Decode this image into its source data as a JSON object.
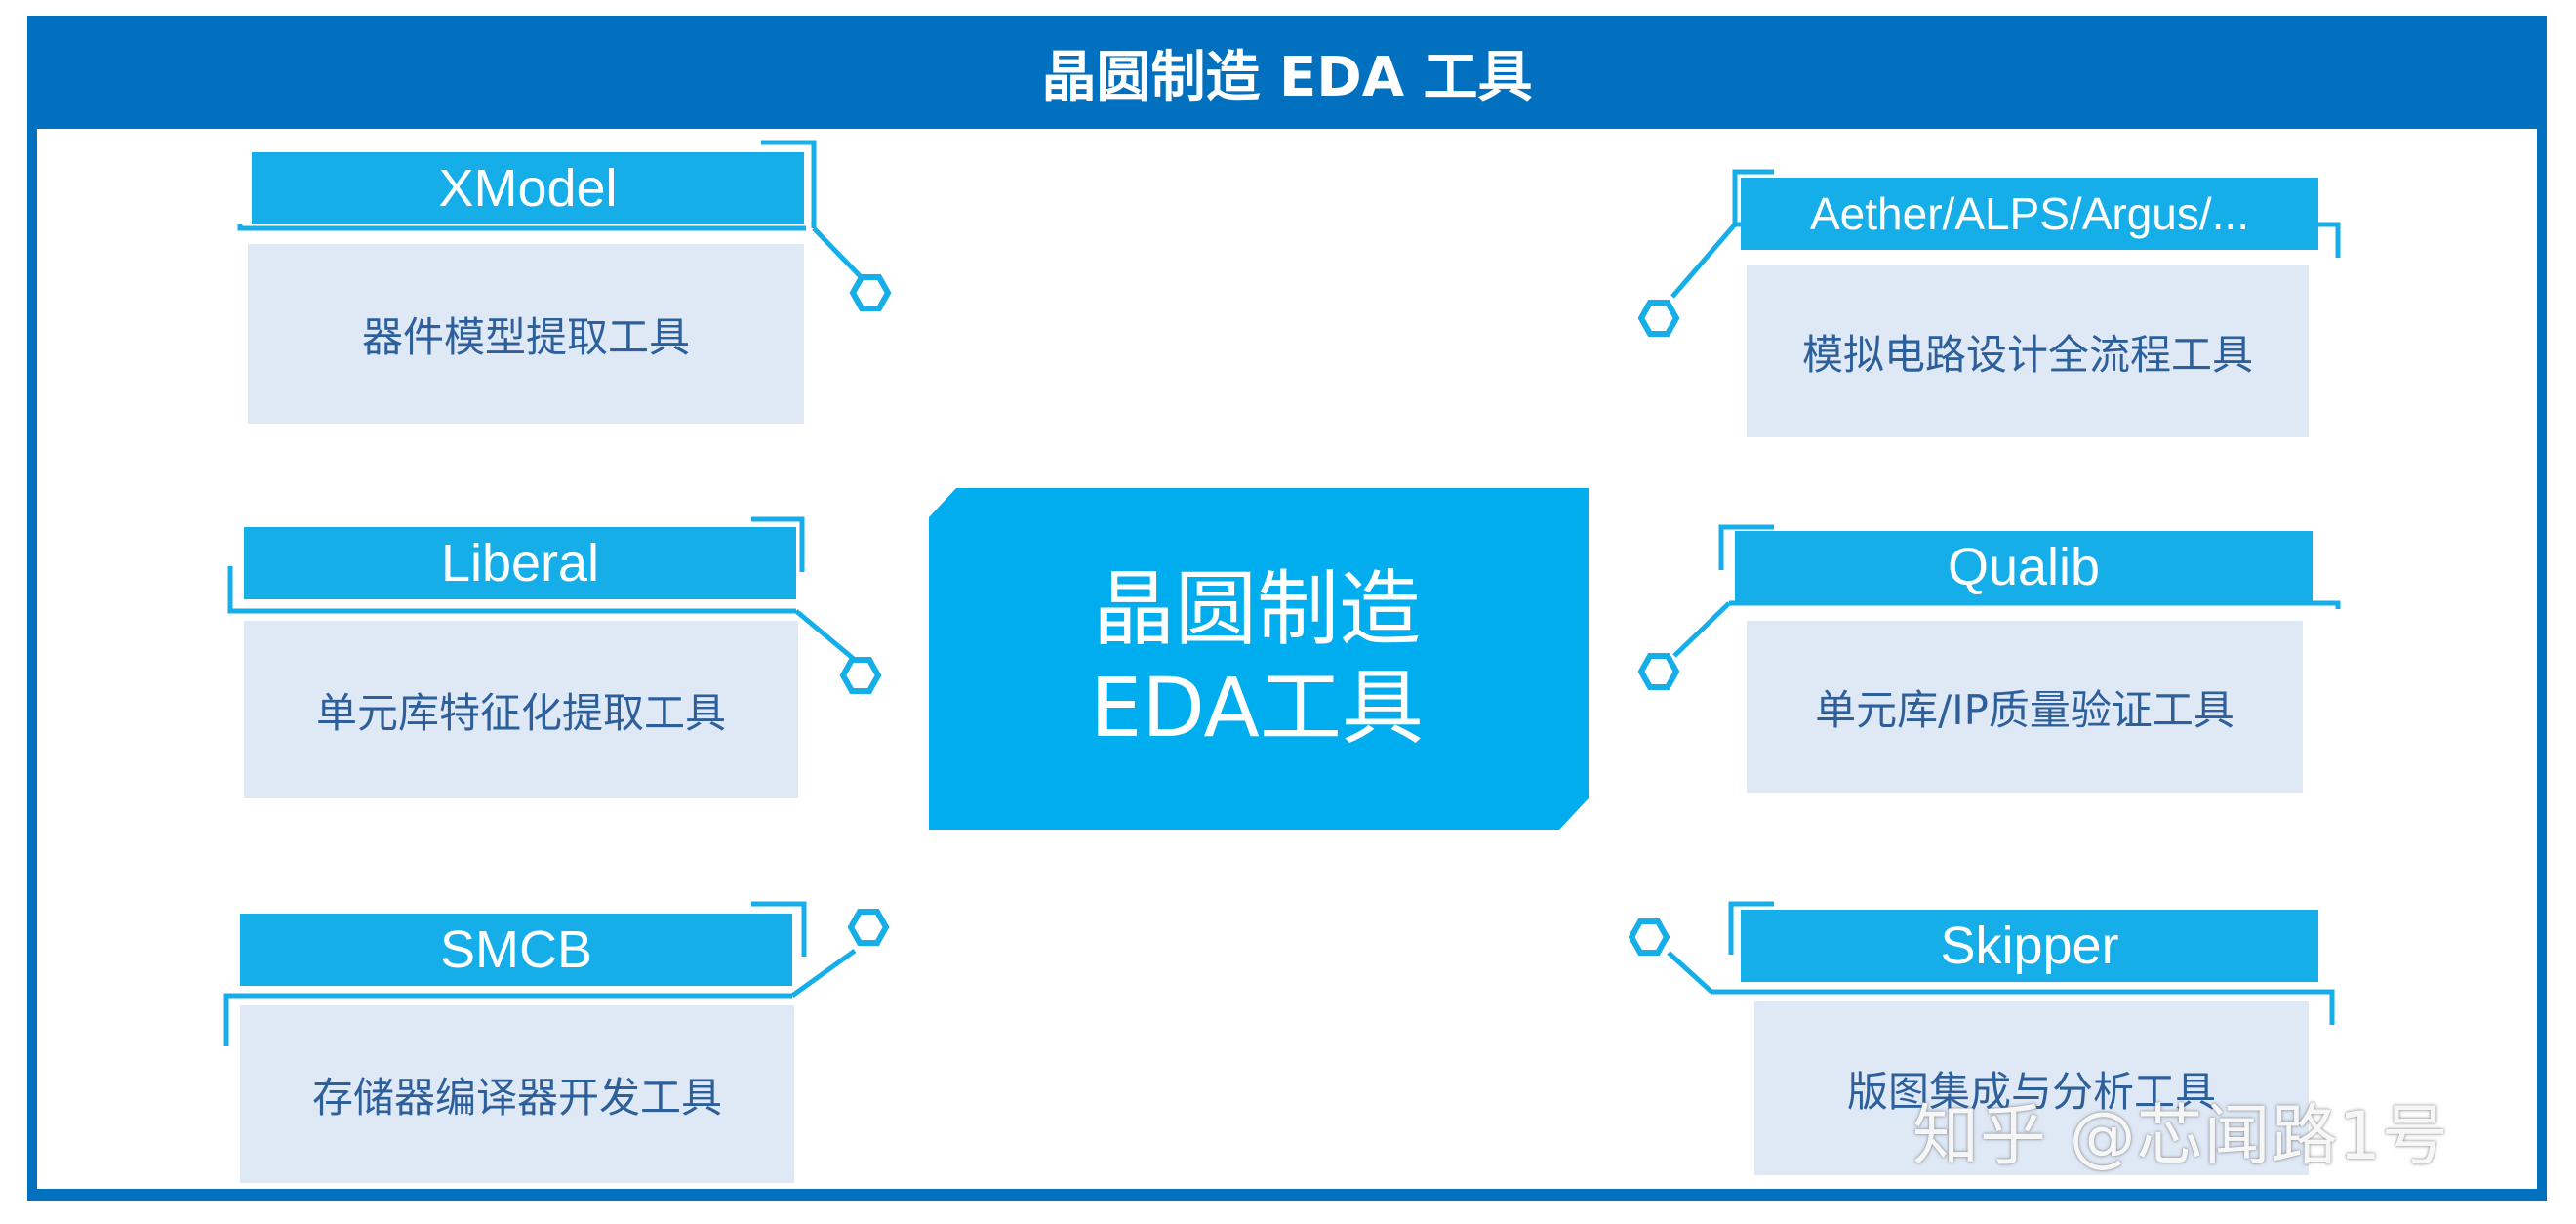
{
  "header": {
    "title": "晶圆制造 EDA 工具"
  },
  "center": {
    "line1": "晶圆制造",
    "line2": "EDA工具"
  },
  "tools": [
    {
      "name": "XModel",
      "desc": "器件模型提取工具"
    },
    {
      "name": "Liberal",
      "desc": "单元库特征化提取工具"
    },
    {
      "name": "SMCB",
      "desc": "存储器编译器开发工具"
    },
    {
      "name": "Aether/ALPS/Argus/...",
      "desc": "模拟电路设计全流程工具"
    },
    {
      "name": "Qualib",
      "desc": "单元库/IP质量验证工具"
    },
    {
      "name": "Skipper",
      "desc": "版图集成与分析工具"
    }
  ],
  "watermark": "知乎 @芯闻路1号",
  "colors": {
    "frame": "#0070bf",
    "accent": "#15aee8",
    "card_body": "#dfe9f6",
    "desc_text": "#2d5f9a"
  }
}
